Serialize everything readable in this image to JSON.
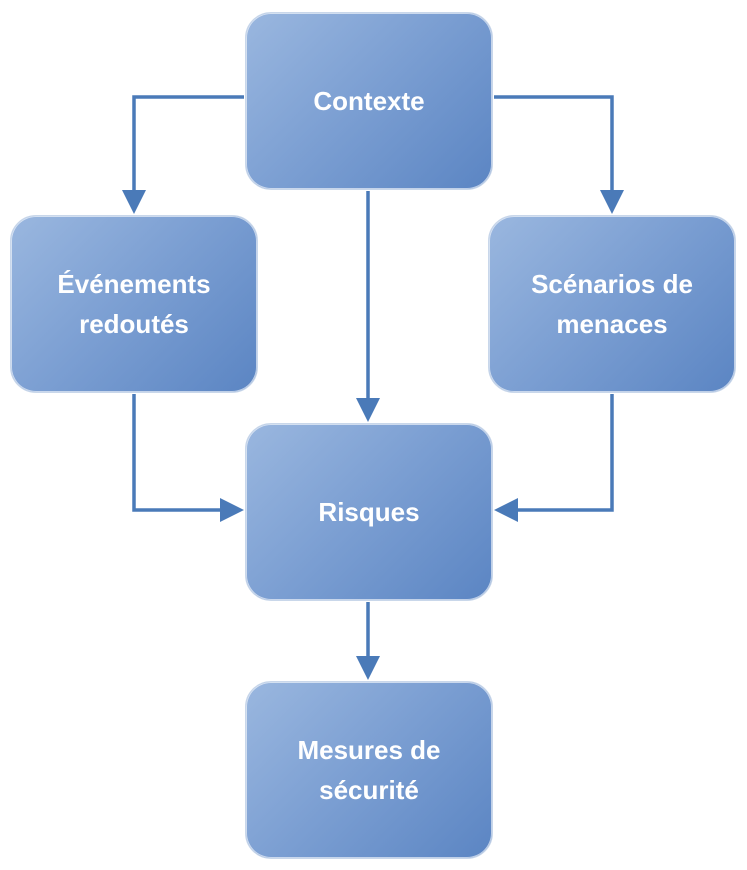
{
  "diagram": {
    "nodes": {
      "contexte": "Contexte",
      "evenements": "Événements redoutés",
      "scenarios": "Scénarios de menaces",
      "risques": "Risques",
      "mesures": "Mesures de sécurité"
    },
    "edges": [
      {
        "from": "contexte",
        "to": "evenements"
      },
      {
        "from": "contexte",
        "to": "scenarios"
      },
      {
        "from": "contexte",
        "to": "risques"
      },
      {
        "from": "evenements",
        "to": "risques"
      },
      {
        "from": "scenarios",
        "to": "risques"
      },
      {
        "from": "risques",
        "to": "mesures"
      }
    ],
    "colors": {
      "box_fill_light": "#9ab7df",
      "box_fill_dark": "#5b85c3",
      "arrow": "#4a7ab8",
      "text": "#ffffff"
    }
  }
}
